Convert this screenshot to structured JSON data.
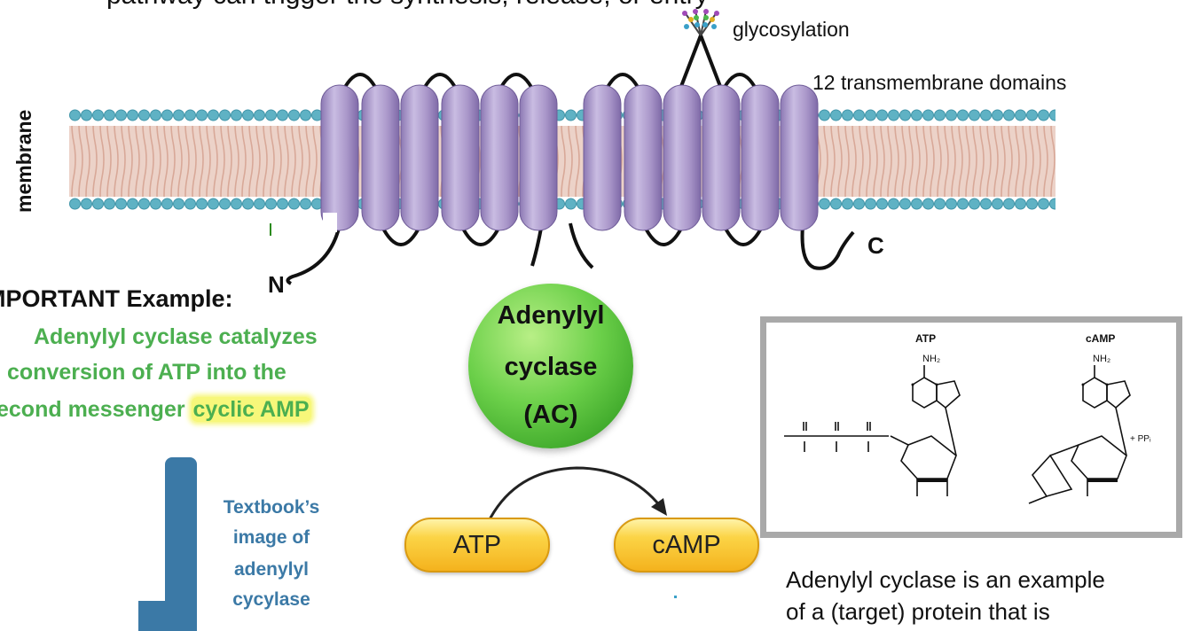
{
  "top_text": "pathway can trigger the synthesis, release, or entry",
  "labels": {
    "glycosylation": "glycosylation",
    "transmembrane": "12 transmembrane domains",
    "membrane": "membrane",
    "n_terminus": "N",
    "c_terminus": "C"
  },
  "example": {
    "title": "MPORTANT Example:",
    "line1": "Adenylyl cyclase catalyzes",
    "line2": "conversion of ATP into the",
    "line3_prefix": "econd messenger ",
    "line3_highlight": "cyclic AMP"
  },
  "enzyme": {
    "line1": "Adenylyl",
    "line2": "cyclase",
    "line3": "(AC)"
  },
  "reaction": {
    "substrate": "ATP",
    "product": "cAMP"
  },
  "textbook_note": {
    "line1": "Textbook’s",
    "line2": "image of",
    "line3": "adenylyl",
    "line4": "cycylase"
  },
  "structures": {
    "atp_title": "ATP",
    "camp_title": "cAMP",
    "nh2": "NH₂",
    "byproduct": "+ PPᵢ"
  },
  "bottom_text": {
    "line1": "Adenylyl cyclase is an example",
    "line2": "of a (target) protein that is"
  },
  "colors": {
    "helix": "#a996c9",
    "membrane_head": "#5fb2c4",
    "membrane_tail": "#e3bfb3",
    "enzyme_green": "#4caf50",
    "textbook_blue": "#3b79a6",
    "pill_yellow": "#f4c430"
  }
}
